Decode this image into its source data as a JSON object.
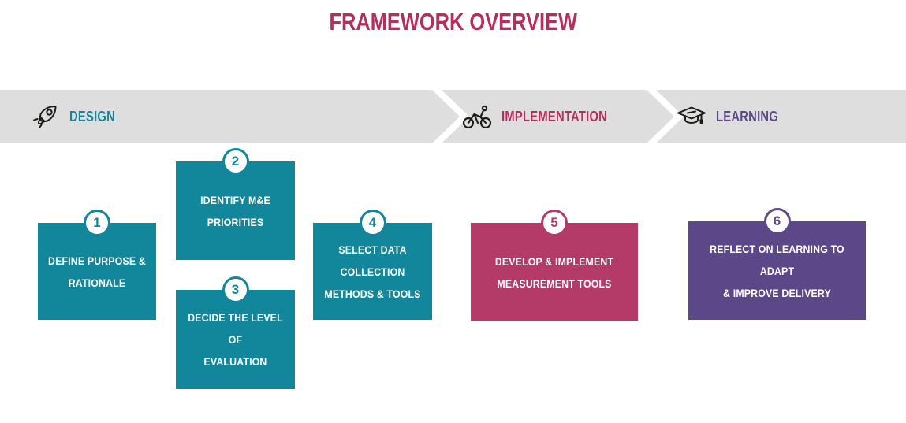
{
  "title": "FRAMEWORK OVERVIEW",
  "colors": {
    "teal": "#12879B",
    "crimson": "#B43A67",
    "title_crimson": "#B62D5E",
    "purple": "#5C4789",
    "bar_gray": "#DEDEDE",
    "icon_dark": "#1D1D1B"
  },
  "phases": [
    {
      "label": "DESIGN",
      "icon": "rocket-icon",
      "color": "#12879B"
    },
    {
      "label": "IMPLEMENTATION",
      "icon": "bicycle-icon",
      "color": "#B62D5E"
    },
    {
      "label": "LEARNING",
      "icon": "graduation-cap-icon",
      "color": "#5C4789"
    }
  ],
  "steps": [
    {
      "number": "1",
      "label": "DEFINE PURPOSE &\nRATIONALE",
      "phase": "DESIGN",
      "color": "#12879B"
    },
    {
      "number": "2",
      "label": "IDENTIFY M&E\nPRIORITIES",
      "phase": "DESIGN",
      "color": "#12879B"
    },
    {
      "number": "3",
      "label": "DECIDE THE LEVEL OF\nEVALUATION",
      "phase": "DESIGN",
      "color": "#12879B"
    },
    {
      "number": "4",
      "label": "SELECT DATA\nCOLLECTION\nMETHODS & TOOLS",
      "phase": "DESIGN",
      "color": "#12879B"
    },
    {
      "number": "5",
      "label": "DEVELOP & IMPLEMENT\nMEASUREMENT TOOLS",
      "phase": "IMPLEMENTATION",
      "color": "#B43A67"
    },
    {
      "number": "6",
      "label": "REFLECT ON LEARNING TO ADAPT\n& IMPROVE DELIVERY",
      "phase": "LEARNING",
      "color": "#5C4789"
    }
  ]
}
